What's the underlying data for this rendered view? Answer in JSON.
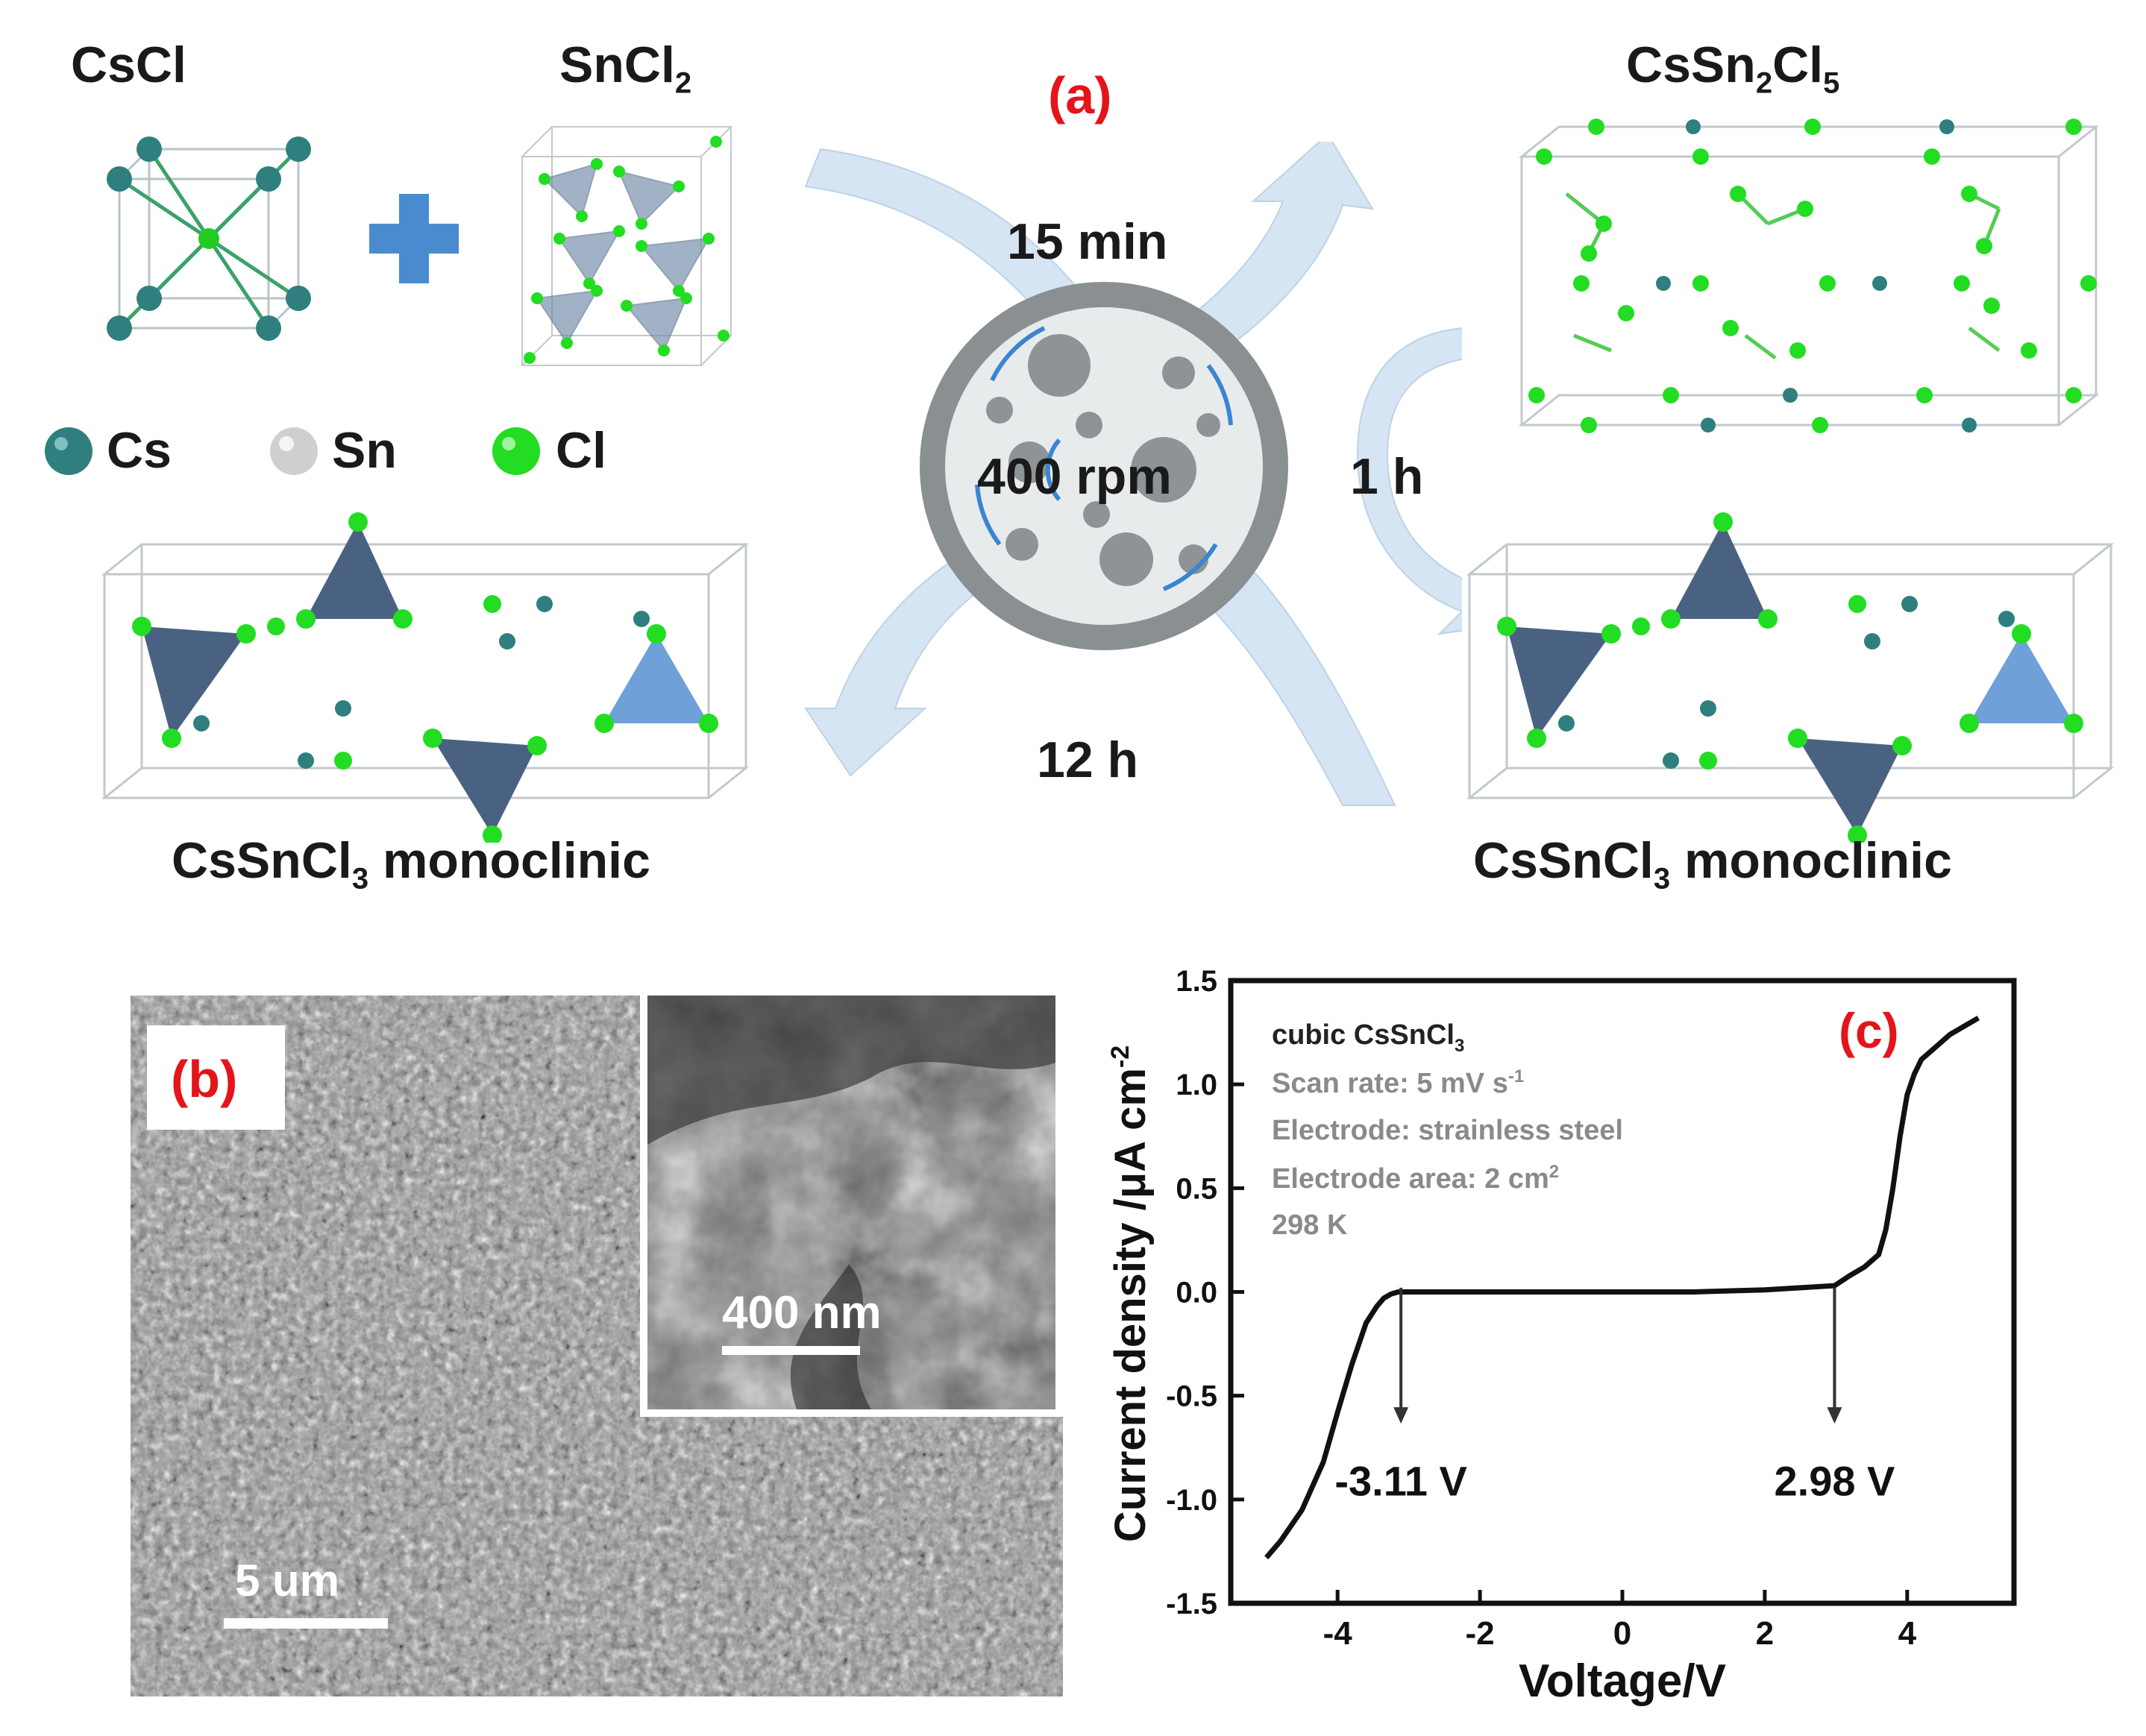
{
  "panel_a": {
    "label": "(a)",
    "reactant1": "CsCl",
    "reactant2_base": "SnCl",
    "reactant2_sub": "2",
    "product_top_a": "CsSn",
    "product_top_sub1": "2",
    "product_top_b": "Cl",
    "product_top_sub2": "5",
    "legend": [
      {
        "symbol": "Cs",
        "color": "#2f7f7f"
      },
      {
        "symbol": "Sn",
        "color": "#d0d0d0"
      },
      {
        "symbol": "Cl",
        "color": "#22dd22"
      }
    ],
    "times": {
      "top": "15 min",
      "bottom": "12 h",
      "right": "1 h"
    },
    "speed": "400 rpm",
    "product_left_base": "CsSnCl",
    "product_left_sub": "3",
    "product_left_tail": " monoclinic",
    "product_right_base": "CsSnCl",
    "product_right_sub": "3",
    "product_right_tail": " monoclinic"
  },
  "panel_b": {
    "label": "(b)",
    "scale_main": "5 um",
    "scale_inset": "400 nm"
  },
  "panel_c": {
    "label": "(c)",
    "legend_title_base": "cubic CsSnCl",
    "legend_title_sub": "3",
    "legend_lines": [
      "Scan rate: 5 mV s",
      "Electrode: strainless steel",
      "Electrode area: 2 cm",
      "298 K"
    ],
    "legend_sup": [
      "-1",
      "",
      "2",
      ""
    ],
    "annotations": [
      {
        "text": "-3.11 V",
        "x": -3.11
      },
      {
        "text": "2.98 V",
        "x": 2.98
      }
    ]
  },
  "chart_data": {
    "type": "line",
    "xlabel": "Voltage/V",
    "ylabel": "Current density /μA cm",
    "ylabel_sup": "-2",
    "xlim": [
      -5.5,
      5.5
    ],
    "ylim": [
      -1.5,
      1.5
    ],
    "xticks": [
      -4,
      -2,
      0,
      2,
      4
    ],
    "xtick_labels": [
      "-4",
      "-2",
      "0",
      "2",
      "4"
    ],
    "yticks": [
      -1.5,
      -1.0,
      -0.5,
      0.0,
      0.5,
      1.0,
      1.5
    ],
    "ytick_labels": [
      "-1.5",
      "-1.0",
      "-0.5",
      "0.0",
      "0.5",
      "1.0",
      "1.5"
    ],
    "series": [
      {
        "x": [
          -5.0,
          -4.8,
          -4.5,
          -4.2,
          -4.0,
          -3.8,
          -3.6,
          -3.45,
          -3.35,
          -3.25,
          -3.15,
          -3.0,
          -2.0,
          -1.0,
          0.0,
          1.0,
          2.0,
          2.5,
          2.98,
          3.2,
          3.4,
          3.6,
          3.7,
          3.8,
          3.9,
          4.0,
          4.1,
          4.2,
          4.4,
          4.6,
          4.8,
          5.0
        ],
        "y": [
          -1.28,
          -1.2,
          -1.05,
          -0.82,
          -0.58,
          -0.35,
          -0.15,
          -0.07,
          -0.03,
          -0.01,
          0.0,
          0.0,
          0.0,
          0.0,
          0.0,
          0.0,
          0.01,
          0.02,
          0.03,
          0.08,
          0.12,
          0.18,
          0.3,
          0.5,
          0.75,
          0.95,
          1.05,
          1.12,
          1.18,
          1.24,
          1.28,
          1.32
        ]
      }
    ]
  }
}
